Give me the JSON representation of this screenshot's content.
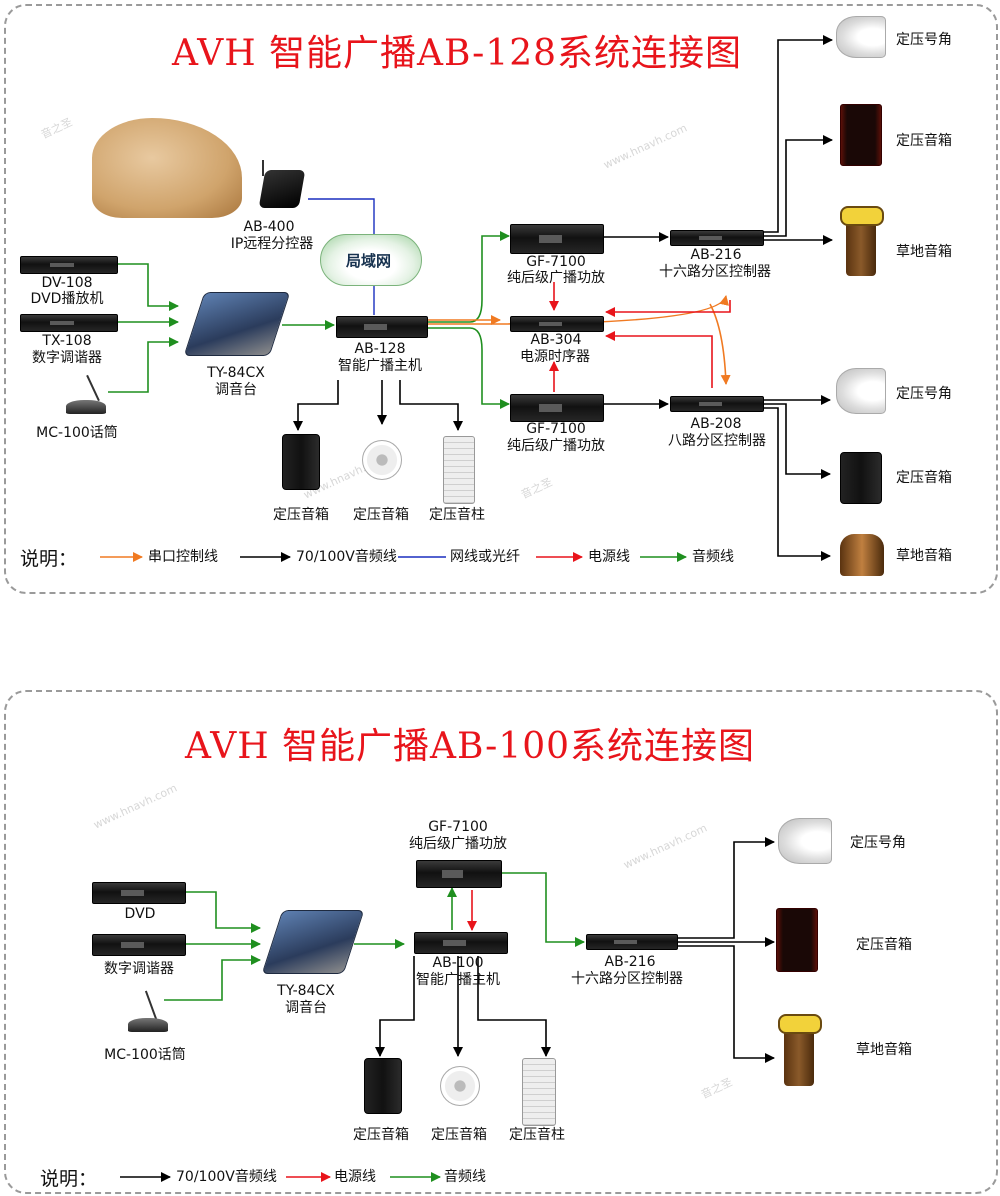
{
  "diagram1": {
    "title": "AVH 智能广播AB-128系统连接图",
    "devices": {
      "dv108": [
        "DV-108",
        "DVD播放机"
      ],
      "tx108": [
        "TX-108",
        "数字调谐器"
      ],
      "mic": "MC-100话筒",
      "mixer": [
        "TY-84CX",
        "调音台"
      ],
      "remote": [
        "AB-400",
        "IP远程分控器"
      ],
      "lan": "局域网",
      "host": [
        "AB-128",
        "智能广播主机"
      ],
      "amp_top": [
        "GF-7100",
        "纯后级广播功放"
      ],
      "seq": [
        "AB-304",
        "电源时序器"
      ],
      "amp_bottom": [
        "GF-7100",
        "纯后级广播功放"
      ],
      "zone16": [
        "AB-216",
        "十六路分区控制器"
      ],
      "zone8": [
        "AB-208",
        "八路分区控制器"
      ],
      "local_speakers": [
        "定压音箱",
        "定压音箱",
        "定压音柱"
      ],
      "right_top": [
        "定压号角",
        "定压音箱",
        "草地音箱"
      ],
      "right_bottom": [
        "定压号角",
        "定压音箱",
        "草地音箱"
      ]
    },
    "legend_head": "说明：",
    "legend": [
      "串口控制线",
      "70/100V音频线",
      "网线或光纤",
      "电源线",
      "音频线"
    ]
  },
  "diagram2": {
    "title": "AVH 智能广播AB-100系统连接图",
    "devices": {
      "dvd": "DVD",
      "tuner": "数字调谐器",
      "mic": "MC-100话筒",
      "mixer": [
        "TY-84CX",
        "调音台"
      ],
      "amp": [
        "GF-7100",
        "纯后级广播功放"
      ],
      "host": [
        "AB-100",
        "智能广播主机"
      ],
      "zone16": [
        "AB-216",
        "十六路分区控制器"
      ],
      "local_speakers": [
        "定压音箱",
        "定压音箱",
        "定压音柱"
      ],
      "right": [
        "定压号角",
        "定压音箱",
        "草地音箱"
      ]
    },
    "legend_head": "说明：",
    "legend": [
      "70/100V音频线",
      "电源线",
      "音频线"
    ]
  },
  "colors": {
    "serial": "#f07a22",
    "audio_70v": "#000000",
    "network": "#1a2fbf",
    "power": "#e8141b",
    "audio": "#1f8f1f",
    "title": "#e8141b"
  },
  "watermark": [
    "音之圣",
    "www.hnavh.com"
  ]
}
